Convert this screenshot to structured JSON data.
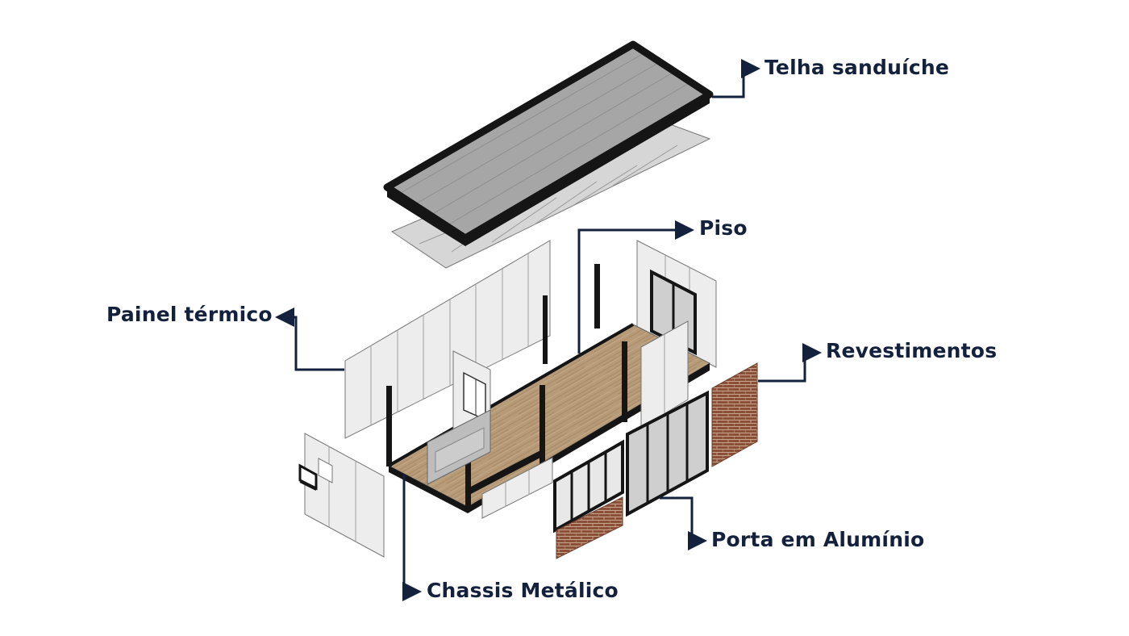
{
  "diagram": {
    "labels": {
      "roof": "Telha sanduíche",
      "floor": "Piso",
      "thermal_panel": "Painel térmico",
      "cladding": "Revestimentos",
      "aluminum_door": "Porta em Alumínio",
      "chassis": "Chassis Metálico"
    },
    "colors": {
      "label_text": "#14213d",
      "leader_line": "#14213d",
      "frame": "#151515",
      "roof_panel": "#a6a6a6",
      "ceiling_board": "#d6d6d6",
      "wall_panel": "#ededed",
      "wood_floor": "#b79b78",
      "brick": "#8a5138",
      "glass": "#cfcfcf"
    }
  }
}
